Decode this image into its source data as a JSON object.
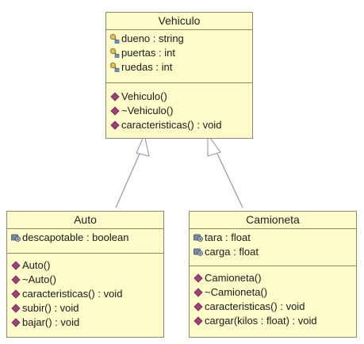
{
  "classes": {
    "vehiculo": {
      "name": "Vehiculo",
      "attributes": [
        {
          "icon": "key-field-icon",
          "text": "dueno : string"
        },
        {
          "icon": "key-field-icon",
          "text": "puertas : int"
        },
        {
          "icon": "key-field-icon",
          "text": "ruedas : int"
        }
      ],
      "methods": [
        {
          "icon": "method-icon",
          "text": "Vehiculo()"
        },
        {
          "icon": "method-icon",
          "text": "~Vehiculo()"
        },
        {
          "icon": "method-icon",
          "text": "caracteristicas() : void"
        }
      ]
    },
    "auto": {
      "name": "Auto",
      "attributes": [
        {
          "icon": "private-field-icon",
          "text": "descapotable : boolean"
        }
      ],
      "methods": [
        {
          "icon": "method-icon",
          "text": "Auto()"
        },
        {
          "icon": "method-icon",
          "text": "~Auto()"
        },
        {
          "icon": "method-icon",
          "text": "caracteristicas() : void"
        },
        {
          "icon": "method-icon",
          "text": "subir() : void"
        },
        {
          "icon": "method-icon",
          "text": "bajar() : void"
        }
      ]
    },
    "camioneta": {
      "name": "Camioneta",
      "attributes": [
        {
          "icon": "private-field-icon",
          "text": "tara : float"
        },
        {
          "icon": "private-field-icon",
          "text": "carga : float"
        }
      ],
      "methods": [
        {
          "icon": "method-icon",
          "text": "Camioneta()"
        },
        {
          "icon": "method-icon",
          "text": "~Camioneta()"
        },
        {
          "icon": "method-icon",
          "text": "caracteristicas() : void"
        },
        {
          "icon": "method-icon",
          "text": "cargar(kilos : float) : void"
        }
      ]
    }
  },
  "colors": {
    "class_fill": "#fdfbc9",
    "border": "#8b8b6a",
    "method_icon": "#a0407a",
    "key_icon": "#b89a3a",
    "line": "#a08cb0"
  }
}
